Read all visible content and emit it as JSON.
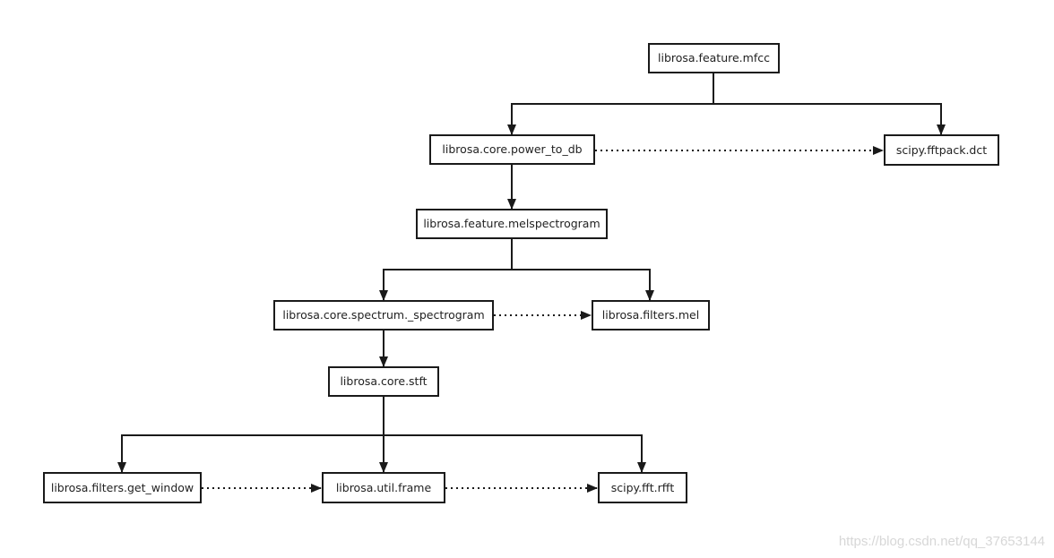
{
  "nodes": {
    "mfcc": "librosa.feature.mfcc",
    "power_to_db": "librosa.core.power_to_db",
    "dct": "scipy.fftpack.dct",
    "melspectrogram": "librosa.feature.melspectrogram",
    "spectrogram": "librosa.core.spectrum._spectrogram",
    "mel": "librosa.filters.mel",
    "stft": "librosa.core.stft",
    "get_window": "librosa.filters.get_window",
    "frame": "librosa.util.frame",
    "rfft": "scipy.fft.rfft"
  },
  "edges": [
    {
      "from": "mfcc",
      "to": "power_to_db",
      "style": "solid"
    },
    {
      "from": "mfcc",
      "to": "dct",
      "style": "solid"
    },
    {
      "from": "power_to_db",
      "to": "dct",
      "style": "dotted"
    },
    {
      "from": "power_to_db",
      "to": "melspectrogram",
      "style": "solid"
    },
    {
      "from": "melspectrogram",
      "to": "spectrogram",
      "style": "solid"
    },
    {
      "from": "melspectrogram",
      "to": "mel",
      "style": "solid"
    },
    {
      "from": "spectrogram",
      "to": "mel",
      "style": "dotted"
    },
    {
      "from": "spectrogram",
      "to": "stft",
      "style": "solid"
    },
    {
      "from": "stft",
      "to": "get_window",
      "style": "solid"
    },
    {
      "from": "stft",
      "to": "frame",
      "style": "solid"
    },
    {
      "from": "stft",
      "to": "rfft",
      "style": "solid"
    },
    {
      "from": "get_window",
      "to": "frame",
      "style": "dotted"
    },
    {
      "from": "frame",
      "to": "rfft",
      "style": "dotted"
    }
  ],
  "colors": {
    "line": "#1a1a1a",
    "text": "#222222",
    "watermark": "#d7d7d7"
  },
  "watermark": "https://blog.csdn.net/qq_37653144"
}
